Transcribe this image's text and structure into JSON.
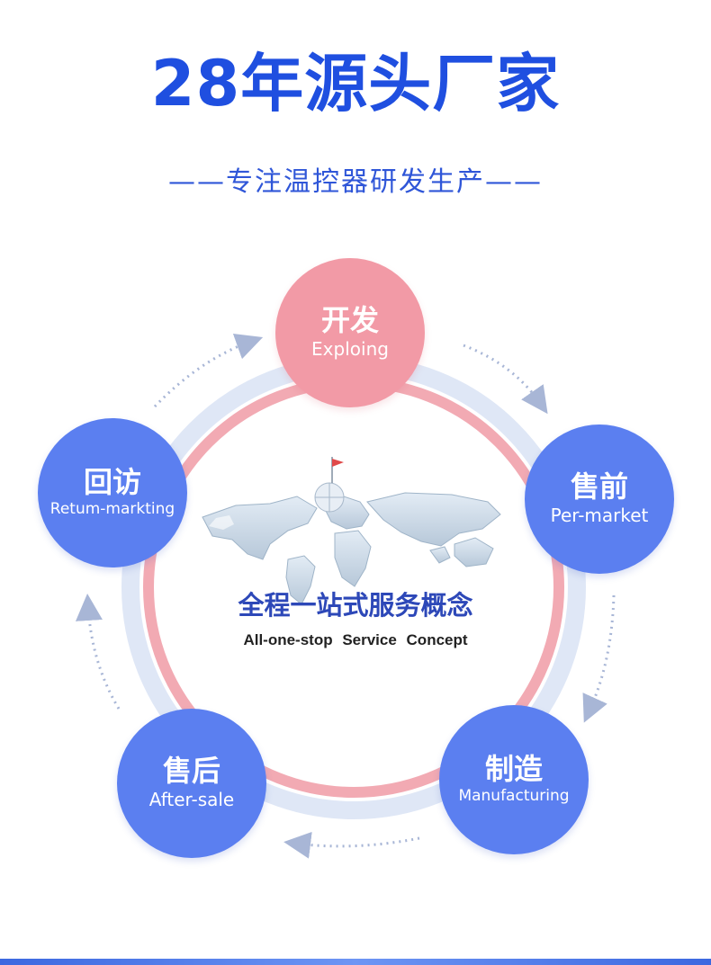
{
  "header": {
    "headline": "28年源头厂家",
    "subline": "——专注温控器研发生产——"
  },
  "diagram": {
    "center": {
      "title_cn": "全程一站式服务概念",
      "title_en": "All-one-stop  Service  Concept"
    },
    "nodes": [
      {
        "cn": "开发",
        "en": "Exploing",
        "color": "#f29aa6"
      },
      {
        "cn": "售前",
        "en": "Per-market",
        "color": "#5b7ff0"
      },
      {
        "cn": "制造",
        "en": "Manufacturing",
        "color": "#5b7ff0"
      },
      {
        "cn": "售后",
        "en": "After-sale",
        "color": "#5b7ff0"
      },
      {
        "cn": "回访",
        "en": "Retum-markting",
        "color": "#5b7ff0"
      }
    ],
    "colors": {
      "ring_outer": "#dfe7f6",
      "ring_inner": "#f2aab3",
      "arrows": "#a8b6d6",
      "map": "#c9d8e6"
    }
  }
}
